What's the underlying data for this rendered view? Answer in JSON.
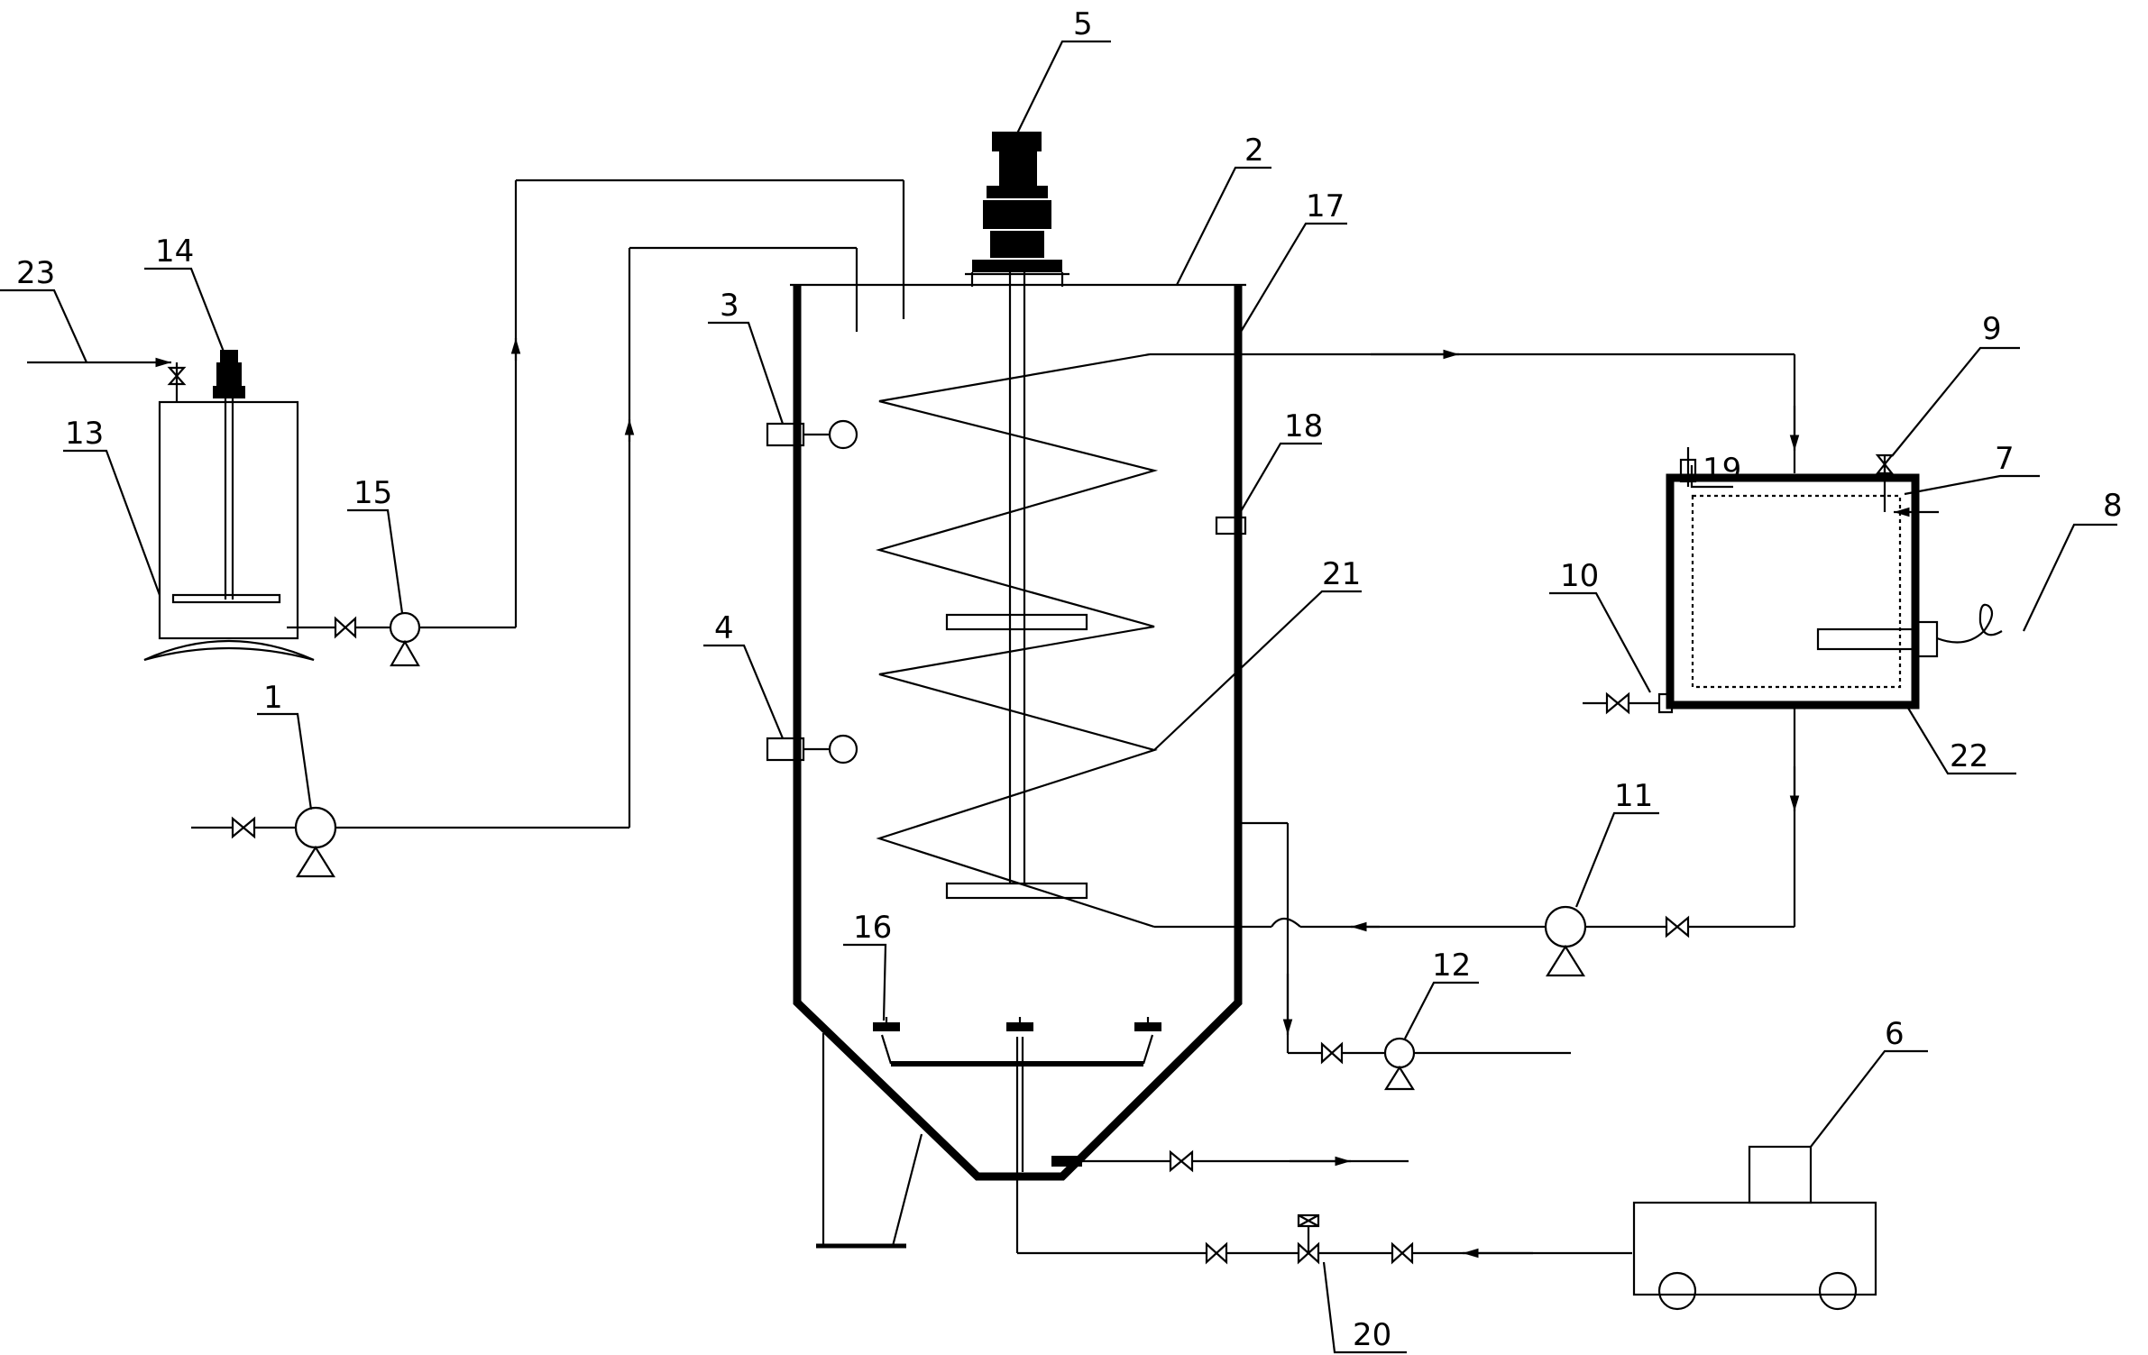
{
  "labels": {
    "pump_1": "1",
    "reactor_2": "2",
    "sensor_3": "3",
    "sensor_4": "4",
    "motor_5": "5",
    "compressor_6": "6",
    "tank_7": "7",
    "heater_cable_8": "8",
    "inlet_valve_9": "9",
    "drain_valve_10": "10",
    "pump_11": "11",
    "pump_12": "12",
    "dosing_tank_13": "13",
    "mixer_motor_14": "14",
    "pump_15": "15",
    "aerator_16": "16",
    "jacket_17": "17",
    "port_18": "18",
    "sensor_19": "19",
    "valve_20": "20",
    "coil_21": "21",
    "insulation_22": "22",
    "feed_line_23": "23"
  },
  "colors": {
    "line": "#000000",
    "background": "#ffffff"
  }
}
